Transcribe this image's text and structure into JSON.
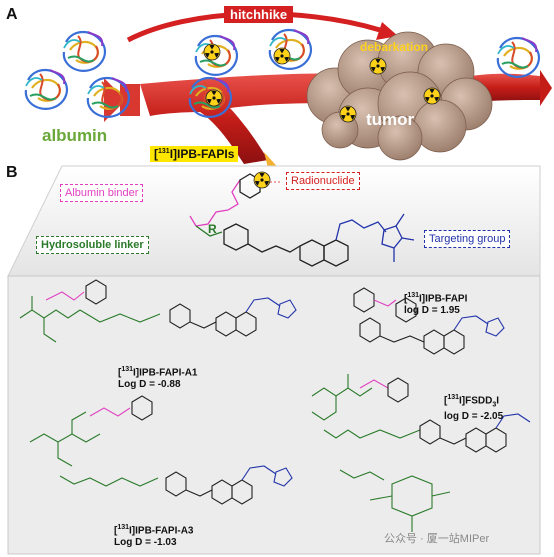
{
  "panelA": {
    "letter": "A",
    "hitchhike": "hitchhike",
    "debarkation": "debarkation",
    "albumin": "albumin",
    "tumor": "tumor",
    "probe_prefix": "[",
    "probe_sup": "131",
    "probe_suffix": "I]IPB-FAPIs"
  },
  "panelB": {
    "letter": "B",
    "albumin_binder": "Albumin binder",
    "hydrosoluble_linker": "Hydrosoluble linker",
    "radionuclide": "Radionuclide",
    "targeting_group": "Targeting group",
    "R": "R"
  },
  "compounds": {
    "a1": {
      "sup": "131",
      "name": "I]IPB-FAPI-A1",
      "logd": "Log D = -0.88"
    },
    "ipb": {
      "sup": "131",
      "name": "I]IPB-FAPI",
      "logd": "log D = 1.95"
    },
    "fsdd": {
      "sup": "131",
      "name": "I]FSDD",
      "sub": "3",
      "tail": "I",
      "logd": "log D = -2.05"
    },
    "a3": {
      "sup": "131",
      "name": "I]IPB-FAPI-A3",
      "logd": "Log D = -1.03"
    }
  },
  "watermark": "公众号 · 厦一站MIPer",
  "colors": {
    "pink": "#e040c0",
    "green": "#2a7a2a",
    "blue": "#2233aa",
    "red": "#d42020",
    "yellow": "#ffd21a",
    "vessel": "#c8201c",
    "tumor": "#b89a88"
  }
}
